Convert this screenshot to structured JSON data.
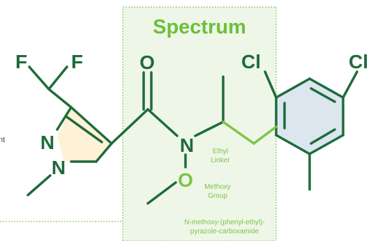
{
  "panel": {
    "title": "Spectrum",
    "ethyl_line1": "Ethyl",
    "ethyl_line2": "Linker",
    "methoxy_line1": "Methoxy",
    "methoxy_line2": "Group",
    "name_line1": "N-methoxy-(phenyl-ethyl)-",
    "name_line2": "pyrazole-carboxamide"
  },
  "atoms": {
    "fluorine_left": "F",
    "fluorine_right": "F",
    "oxygen_carbonyl": "O",
    "chlorine_left": "Cl",
    "chlorine_right": "Cl",
    "nitrogen_amide": "N",
    "oxygen_methoxy": "O",
    "nitrogen_ring_top": "N",
    "nitrogen_ring_bottom": "N"
  },
  "side_fragment": "nt",
  "colors": {
    "bond": "#1e6b3a",
    "panel_bg": "#eef6e8",
    "panel_border": "#8cc66b",
    "title_green": "#6cbf3a",
    "highlight_bond": "#7cc445",
    "label_green": "#7cc445",
    "pyrazole_fill": "#fdf1d8",
    "phenyl_fill": "#dbe6ef"
  }
}
